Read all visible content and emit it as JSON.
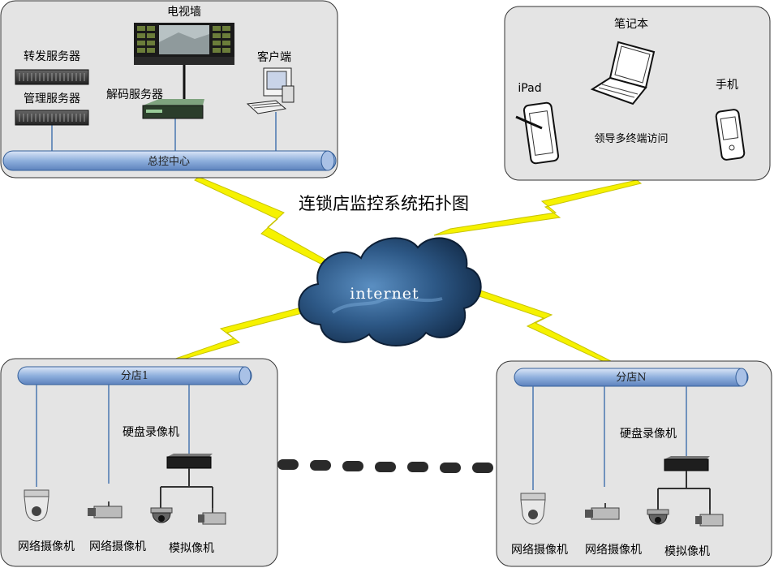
{
  "title": "连锁店监控系统拓扑图",
  "cloud": {
    "label": "internet"
  },
  "hq": {
    "bus_label": "总控中心",
    "tv_wall": "电视墙",
    "forward_server": "转发服务器",
    "manage_server": "管理服务器",
    "decode_server": "解码服务器",
    "client": "客户端"
  },
  "mobile": {
    "laptop": "笔记本",
    "ipad": "iPad",
    "phone": "手机",
    "caption": "领导多终端访问"
  },
  "branch1": {
    "bus_label": "分店1",
    "dvr": "硬盘录像机",
    "net_cam_1": "网络摄像机",
    "net_cam_2": "网络摄像机",
    "analog_cam": "模拟像机"
  },
  "branchN": {
    "bus_label": "分店N",
    "dvr": "硬盘录像机",
    "net_cam_1": "网络摄像机",
    "net_cam_2": "网络摄像机",
    "analog_cam": "模拟像机"
  },
  "colors": {
    "panel_bg": "#e4e4e4",
    "bus_fill": "#9fb8e0",
    "bolt": "#f4f000",
    "cloud": "#2a4f7a"
  }
}
